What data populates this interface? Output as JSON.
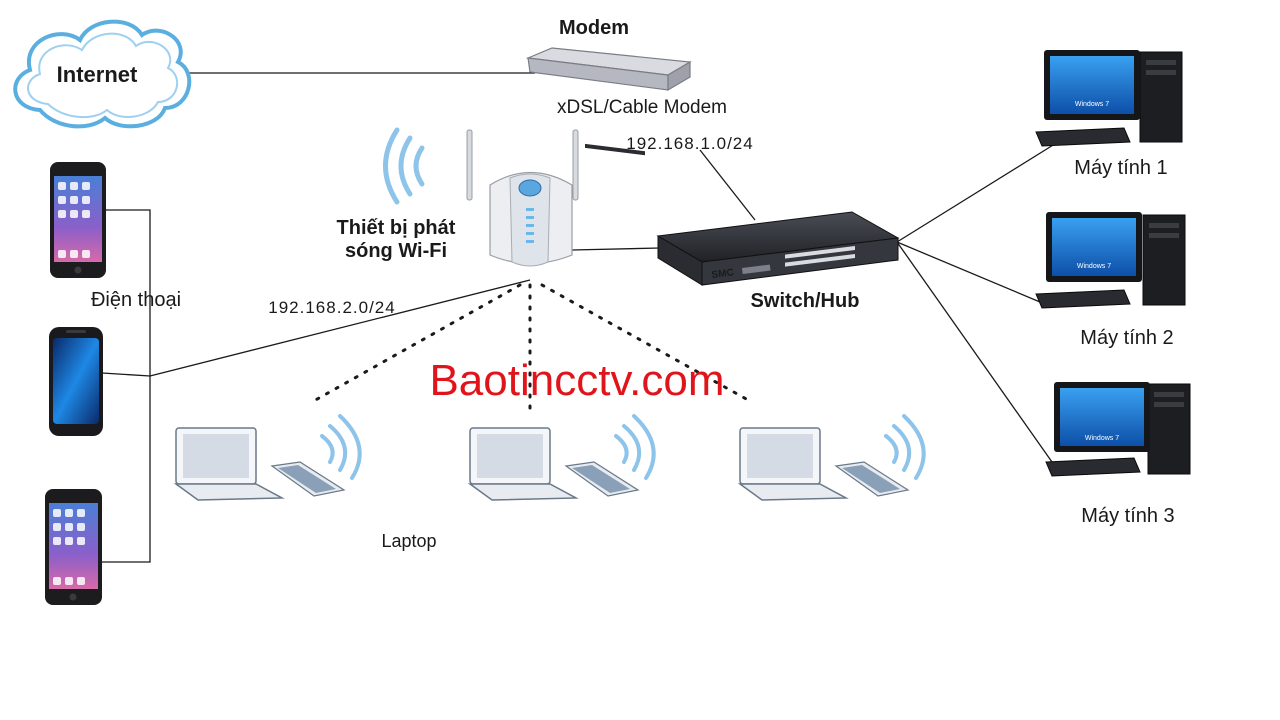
{
  "internet": {
    "label": "Internet"
  },
  "modem": {
    "title": "Modem",
    "subtitle": "xDSL/Cable Modem",
    "subnet": "192.168.1.0/24"
  },
  "wifi": {
    "label_line1": "Thiết bị phát",
    "label_line2": "sóng Wi-Fi",
    "subnet": "192.168.2.0/24"
  },
  "switch": {
    "label": "Switch/Hub",
    "brand": "SMC"
  },
  "phones": {
    "label": "Điện thoại"
  },
  "laptops": {
    "label": "Laptop"
  },
  "computers": [
    {
      "label": "Máy tính 1"
    },
    {
      "label": "Máy tính 2"
    },
    {
      "label": "Máy tính 3"
    }
  ],
  "os_badge": "Windows 7",
  "watermark": "Baotincctv.com",
  "colors": {
    "watermark": "#e0141b",
    "cloud_stroke": "#5aaee0",
    "wave": "#8ec4ea",
    "screen": "#1e7fd8"
  }
}
